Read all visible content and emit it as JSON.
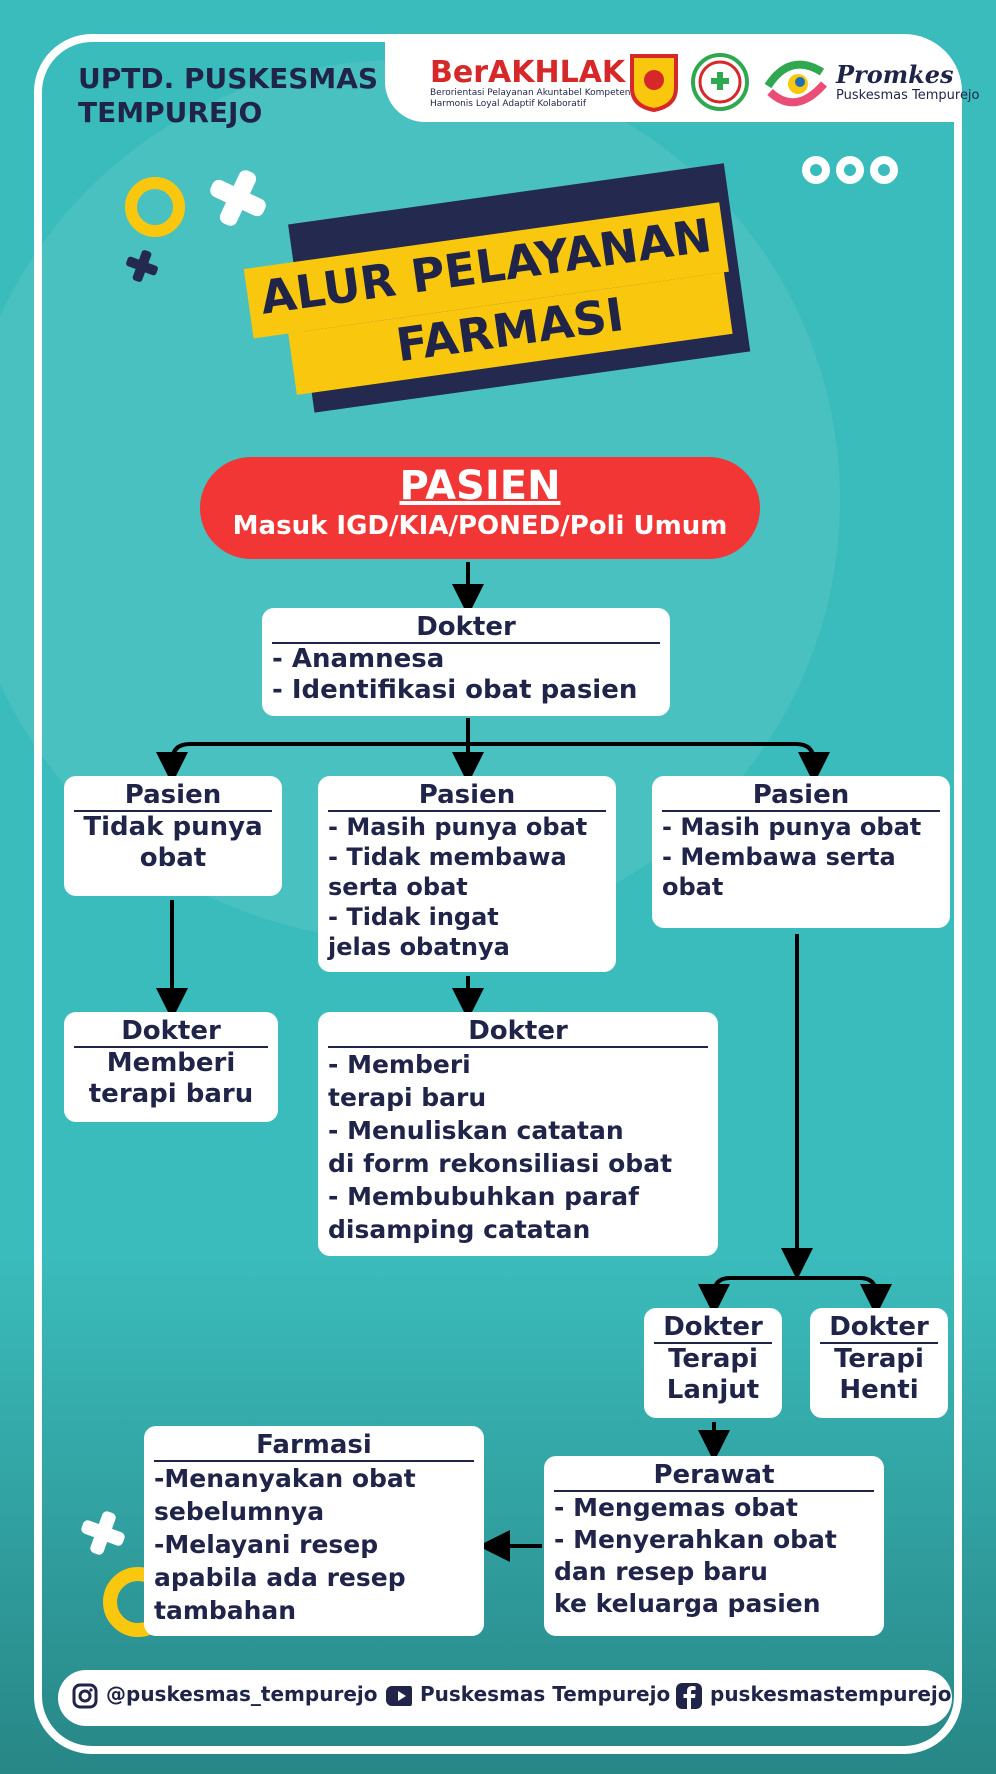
{
  "header": {
    "institution_line1": "UPTD. PUSKESMAS",
    "institution_line2": "TEMPUREJO",
    "berakhlak": "BerAKHLAK",
    "berakhlak_sub1": "Berorientasi Pelayanan Akuntabel Kompeten",
    "berakhlak_sub2": "Harmonis Loyal Adaptif Kolaboratif",
    "promkes": "Promkes",
    "promkes_sub": "Puskesmas Tempurejo"
  },
  "title": {
    "line1": "ALUR PELAYANAN",
    "line2": "FARMASI"
  },
  "start": {
    "title": "PASIEN",
    "subtitle": "Masuk IGD/KIA/PONED/Poli Umum"
  },
  "nodes": {
    "dokter_awal": {
      "title": "Dokter",
      "body": "- Anamnesa\n- Identifikasi obat pasien"
    },
    "pasien_tidak": {
      "title": "Pasien",
      "body": "Tidak punya\nobat"
    },
    "pasien_masih": {
      "title": "Pasien",
      "body": "- Masih punya obat\n- Tidak membawa\n   serta obat\n- Tidak ingat\n   jelas obatnya"
    },
    "pasien_bawa": {
      "title": "Pasien",
      "body": "- Masih punya obat\n- Membawa serta\n   obat"
    },
    "dokter_baru": {
      "title": "Dokter",
      "body": "Memberi\nterapi baru"
    },
    "dokter_rekon": {
      "title": "Dokter",
      "body": "- Memberi\n   terapi baru\n- Menuliskan catatan\n   di form rekonsiliasi obat\n- Membubuhkan paraf\n   disamping catatan"
    },
    "dokter_lanjut": {
      "title": "Dokter",
      "body": "Terapi\nLanjut"
    },
    "dokter_henti": {
      "title": "Dokter",
      "body": "Terapi\nHenti"
    },
    "perawat": {
      "title": "Perawat",
      "body": "- Mengemas obat\n- Menyerahkan obat\n   dan resep baru\n   ke keluarga pasien"
    },
    "farmasi": {
      "title": "Farmasi",
      "body": "-Menanyakan obat\n  sebelumnya\n-Melayani resep\n  apabila ada resep\n  tambahan"
    }
  },
  "social": {
    "instagram": "@puskesmas_tempurejo",
    "youtube": "Puskesmas Tempurejo",
    "facebook": "puskesmastempurejo"
  },
  "colors": {
    "teal": "#3bbcbc",
    "navy": "#1f2448",
    "red": "#f23535",
    "yellow": "#f9c80e"
  }
}
